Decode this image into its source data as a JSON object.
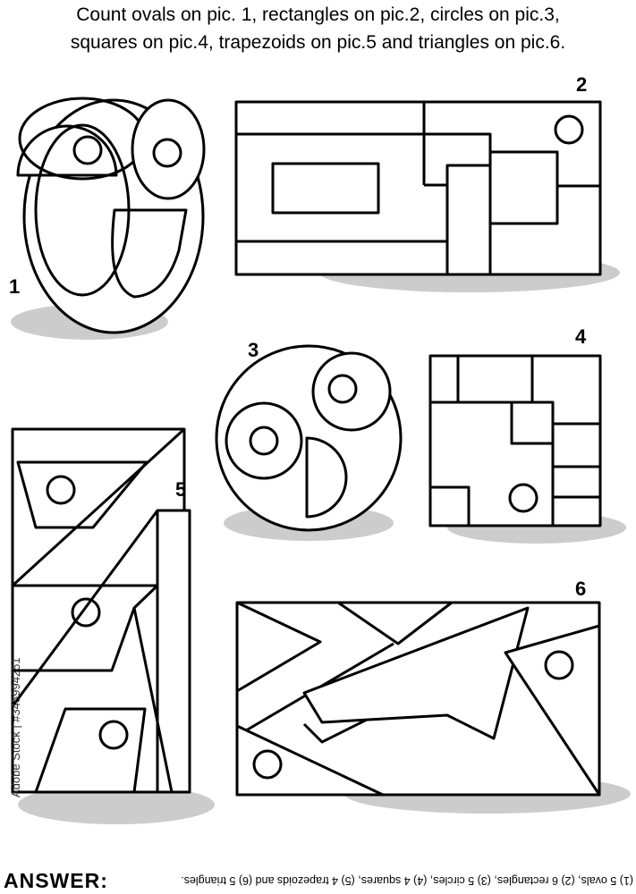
{
  "title": {
    "line1": "Count ovals on pic. 1, rectangles on pic.2, circles on pic.3,",
    "line2": "squares on pic.4, trapezoids on pic.5 and triangles on pic.6."
  },
  "pictures": [
    {
      "number": "1"
    },
    {
      "number": "2"
    },
    {
      "number": "3"
    },
    {
      "number": "4"
    },
    {
      "number": "5"
    },
    {
      "number": "6"
    }
  ],
  "answer": {
    "label": "ANSWER:",
    "text": "(1) 5 ovals, (2) 6 rectangles, (3) 5 circles, (4) 4 squares, (5) 4 trapezoids and (6) 5 triangles."
  },
  "credit": "Adobe Stock | #345994251",
  "colors": {
    "shadow": "#cccccc",
    "line": "#000000",
    "background": "#ffffff"
  }
}
